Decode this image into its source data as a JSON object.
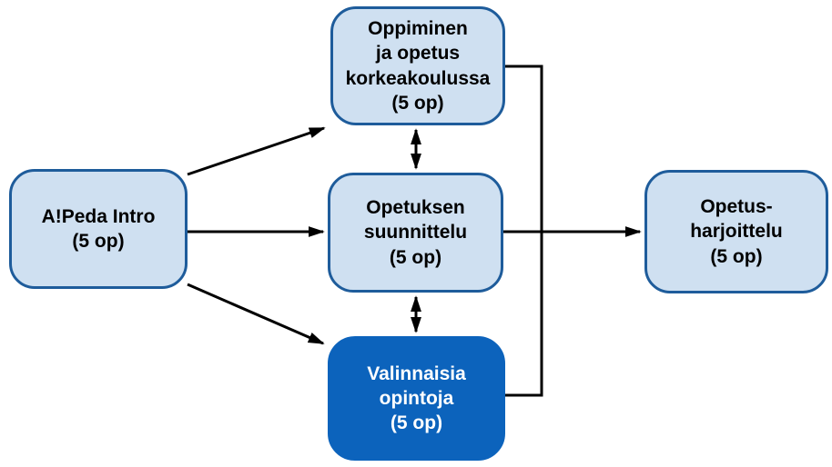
{
  "diagram": {
    "description": "Course structure flowchart (pedagogical studies, Finnish)",
    "colors": {
      "light_fill": "#cfe0f1",
      "light_border": "#1e5c9b",
      "dark_fill": "#0c63bc",
      "dark_text": "#ffffff",
      "text": "#000000",
      "line": "#000000",
      "bg": "#ffffff"
    },
    "nodes": [
      {
        "id": "apeda",
        "style": "light",
        "lines": [
          "A!Peda Intro",
          "(5 op)"
        ]
      },
      {
        "id": "oppiminen",
        "style": "light",
        "lines": [
          "Oppiminen",
          "ja opetus",
          "korkeakoulussa",
          "(5 op)"
        ]
      },
      {
        "id": "opetuksen",
        "style": "light",
        "lines": [
          "Opetuksen",
          "suunnittelu",
          "(5 op)"
        ]
      },
      {
        "id": "valinnaisia",
        "style": "dark",
        "lines": [
          "Valinnaisia",
          "opintoja",
          "(5 op)"
        ]
      },
      {
        "id": "harjoittelu",
        "style": "light",
        "lines": [
          "Opetus-",
          "harjoittelu",
          "(5 op)"
        ]
      }
    ],
    "edges": [
      {
        "from": "apeda",
        "to": "oppiminen",
        "type": "arrow"
      },
      {
        "from": "apeda",
        "to": "opetuksen",
        "type": "arrow"
      },
      {
        "from": "apeda",
        "to": "valinnaisia",
        "type": "arrow"
      },
      {
        "from": "oppiminen",
        "to": "opetuksen",
        "type": "double-arrow"
      },
      {
        "from": "opetuksen",
        "to": "valinnaisia",
        "type": "double-arrow"
      },
      {
        "from": "opetuksen",
        "to": "harjoittelu",
        "type": "arrow"
      },
      {
        "from": "oppiminen",
        "to": "valinnaisia",
        "type": "bracket-line"
      }
    ]
  }
}
